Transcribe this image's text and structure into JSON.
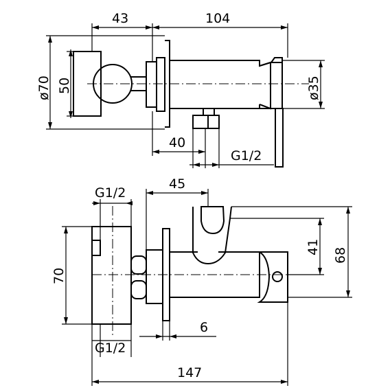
{
  "drawing": {
    "colors": {
      "line": "#000000",
      "background": "#ffffff"
    },
    "top_view": {
      "dim_width_left": "43",
      "dim_width_right": "104",
      "dim_diameter_outer": "ø70",
      "dim_height_inner": "50",
      "dim_diameter_body": "ø35",
      "dim_outlet_offset": "40",
      "dim_outlet_thread": "G1/2"
    },
    "front_view": {
      "dim_inlet_thread_top": "G1/2",
      "dim_inlet_thread_bottom": "G1/2",
      "dim_holder_offset": "45",
      "dim_body_height": "70",
      "dim_holder_height": "41",
      "dim_total_height": "68",
      "dim_flange_thickness": "6",
      "dim_total_length": "147"
    }
  }
}
